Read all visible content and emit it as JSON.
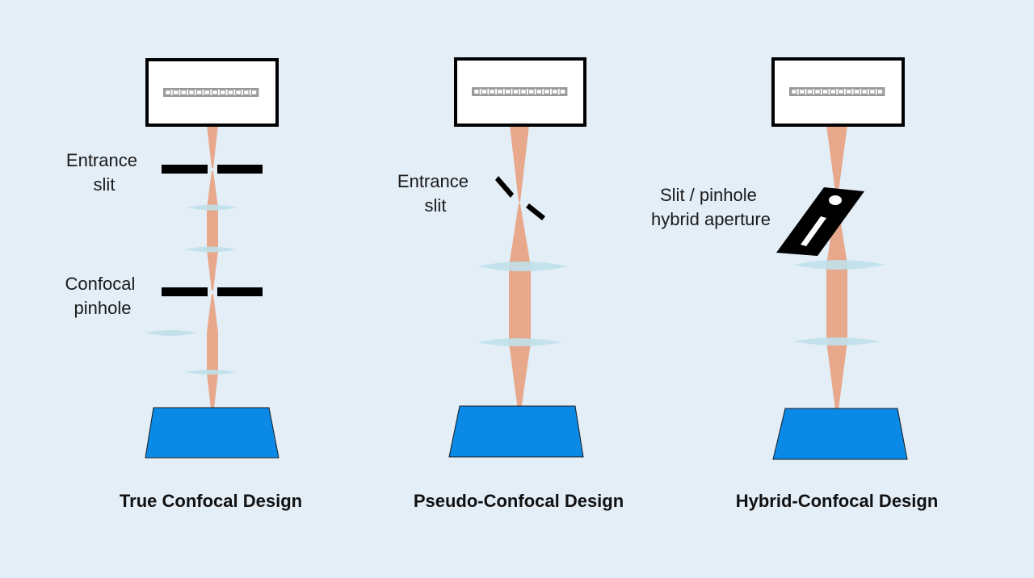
{
  "colors": {
    "background": "#e3eef7",
    "beam": "#e8a88c",
    "lens": "#bfe0ea",
    "sample": "#0a8ae6",
    "aperture": "#000000",
    "detector_grid": "#9a9a9a"
  },
  "panels": [
    {
      "title": "True Confocal Design",
      "labels": [
        {
          "lines": [
            "Entrance",
            "slit"
          ]
        },
        {
          "lines": [
            "Confocal",
            "pinhole"
          ]
        }
      ]
    },
    {
      "title": "Pseudo-Confocal Design",
      "labels": [
        {
          "lines": [
            "Entrance",
            "slit"
          ]
        }
      ]
    },
    {
      "title": "Hybrid-Confocal Design",
      "labels": [
        {
          "lines": [
            "Slit / pinhole",
            "hybrid aperture"
          ]
        }
      ]
    }
  ]
}
